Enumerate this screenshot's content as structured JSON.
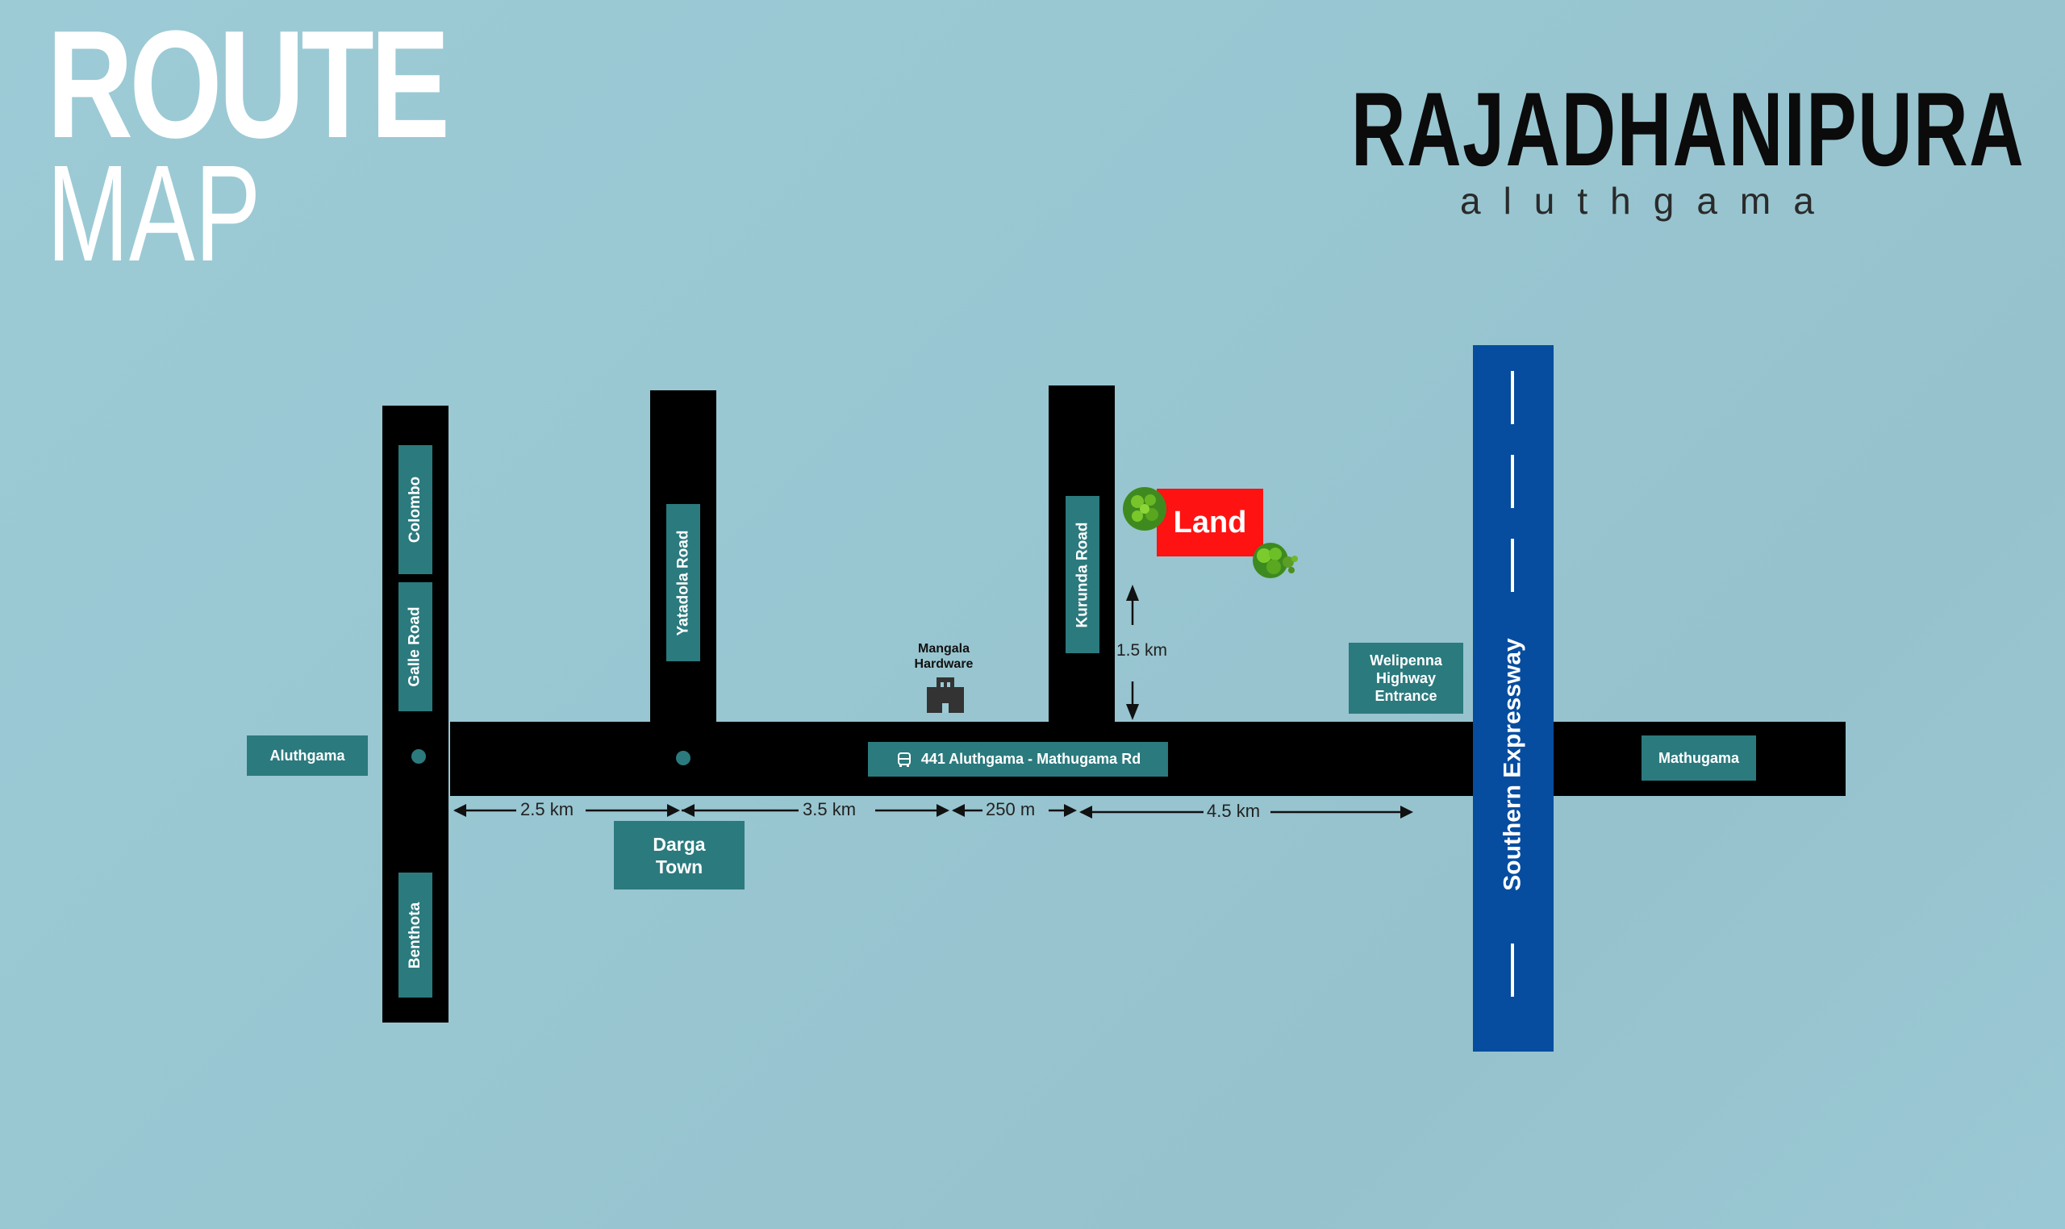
{
  "header": {
    "title_line1": "ROUTE",
    "title_line2": "MAP",
    "place_name": "RAJADHANIPURA",
    "place_subtitle": "aluthgama"
  },
  "roads": {
    "galle_road_north": "Colombo",
    "galle_road_name": "Galle Road",
    "galle_road_south": "Benthota",
    "yatadola": "Yatadola Road",
    "kurunda": "Kurunda Road",
    "main_road": "441 Aluthgama - Mathugama Rd",
    "expressway": "Southern Expressway"
  },
  "places": {
    "aluthgama": "Aluthgama",
    "darga_town": "Darga Town",
    "mathugama": "Mathugama",
    "welipenna": "Welipenna Highway Entrance",
    "hardware": "Mangala Hardware",
    "land": "Land"
  },
  "distances": {
    "d1": "2.5 km",
    "d2": "3.5 km",
    "d3": "250 m",
    "d4": "4.5 km",
    "to_land": "1.5 km"
  },
  "icons": {
    "bus": "bus-icon",
    "building": "building-icon",
    "tree": "tree-icon"
  },
  "colors": {
    "background": "#9ccbd6",
    "road": "#000000",
    "label": "#2b7a7e",
    "land": "#ff1212",
    "expressway": "#064da0"
  }
}
